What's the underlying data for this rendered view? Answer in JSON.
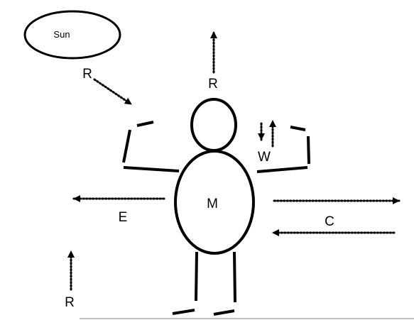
{
  "colors": {
    "stroke": "#000000",
    "background": "#ffffff",
    "ground_line": "#bfbfbf"
  },
  "labels": {
    "sun": "Sun",
    "radiation_sun": "R",
    "radiation_up": "R",
    "radiation_ground": "R",
    "water": "W",
    "metabolism": "M",
    "evaporation": "E",
    "convection": "C"
  }
}
